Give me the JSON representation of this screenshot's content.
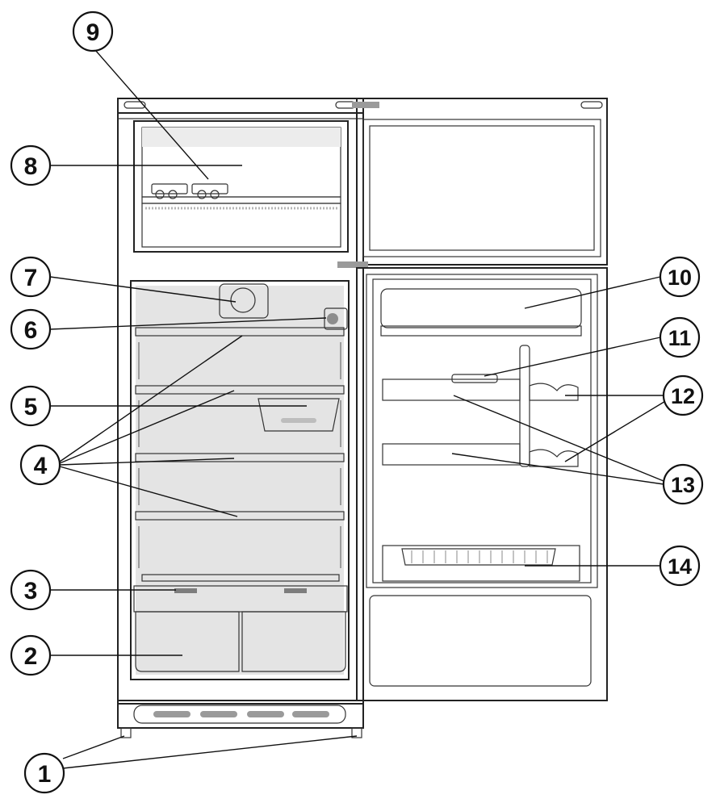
{
  "callouts": [
    {
      "number": "1"
    },
    {
      "number": "2"
    },
    {
      "number": "3"
    },
    {
      "number": "4"
    },
    {
      "number": "5"
    },
    {
      "number": "6"
    },
    {
      "number": "7"
    },
    {
      "number": "8"
    },
    {
      "number": "9"
    },
    {
      "number": "10"
    },
    {
      "number": "11"
    },
    {
      "number": "12"
    },
    {
      "number": "13"
    },
    {
      "number": "14"
    }
  ],
  "colors": {
    "outline": "#222222",
    "interior": "#e2e2e2",
    "shade": "#cfcfcf",
    "light": "#f2f2f2",
    "background": "#ffffff"
  }
}
